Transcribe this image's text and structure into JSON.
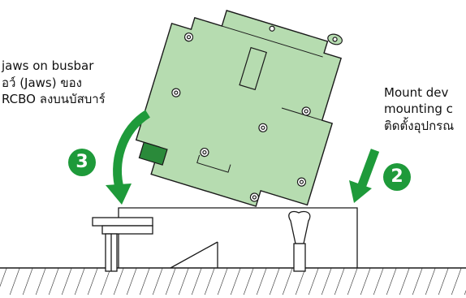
{
  "diagram": {
    "left_instruction": {
      "line1": "jaws on busbar",
      "line2": "อว์ (Jaws) ของ",
      "line3": "RCBO ลงบนบัสบาร์"
    },
    "right_instruction": {
      "line1": "Mount dev",
      "line2": "mounting c",
      "line3": "ติดตั้งอุปกรณ"
    },
    "steps": {
      "step_left": "3",
      "step_right": "2"
    },
    "colors": {
      "device_body": "#b6dcb0",
      "device_outline": "#1a1a1a",
      "arrow_green": "#1e9a3a",
      "hatch": "#1a1a1a"
    }
  }
}
